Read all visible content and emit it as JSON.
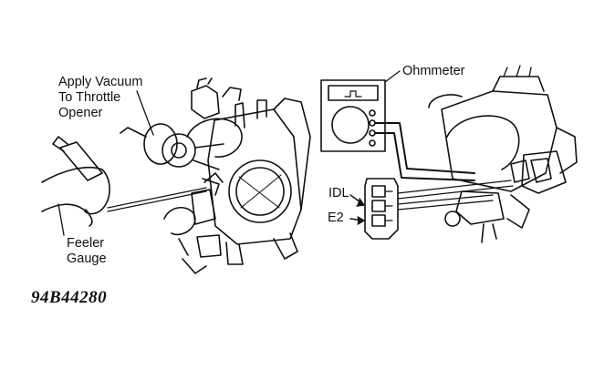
{
  "labels": {
    "apply_vacuum_line1": "Apply Vacuum",
    "apply_vacuum_line2": "To Throttle",
    "apply_vacuum_line3": "Opener",
    "feeler_gauge_line1": "Feeler",
    "feeler_gauge_line2": "Gauge",
    "ohmmeter": "Ohmmeter",
    "idl": "IDL",
    "e2": "E2",
    "figure_code": "94B44280"
  },
  "icons": {
    "ohmmeter": "ohmmeter-icon",
    "connector": "connector-icon",
    "throttle_body": "throttle-body-icon",
    "throttle_position_sensor": "throttle-position-sensor-icon",
    "feeler_gauge": "feeler-gauge-icon"
  },
  "colors": {
    "ink": "#111111",
    "paper": "#ffffff"
  }
}
